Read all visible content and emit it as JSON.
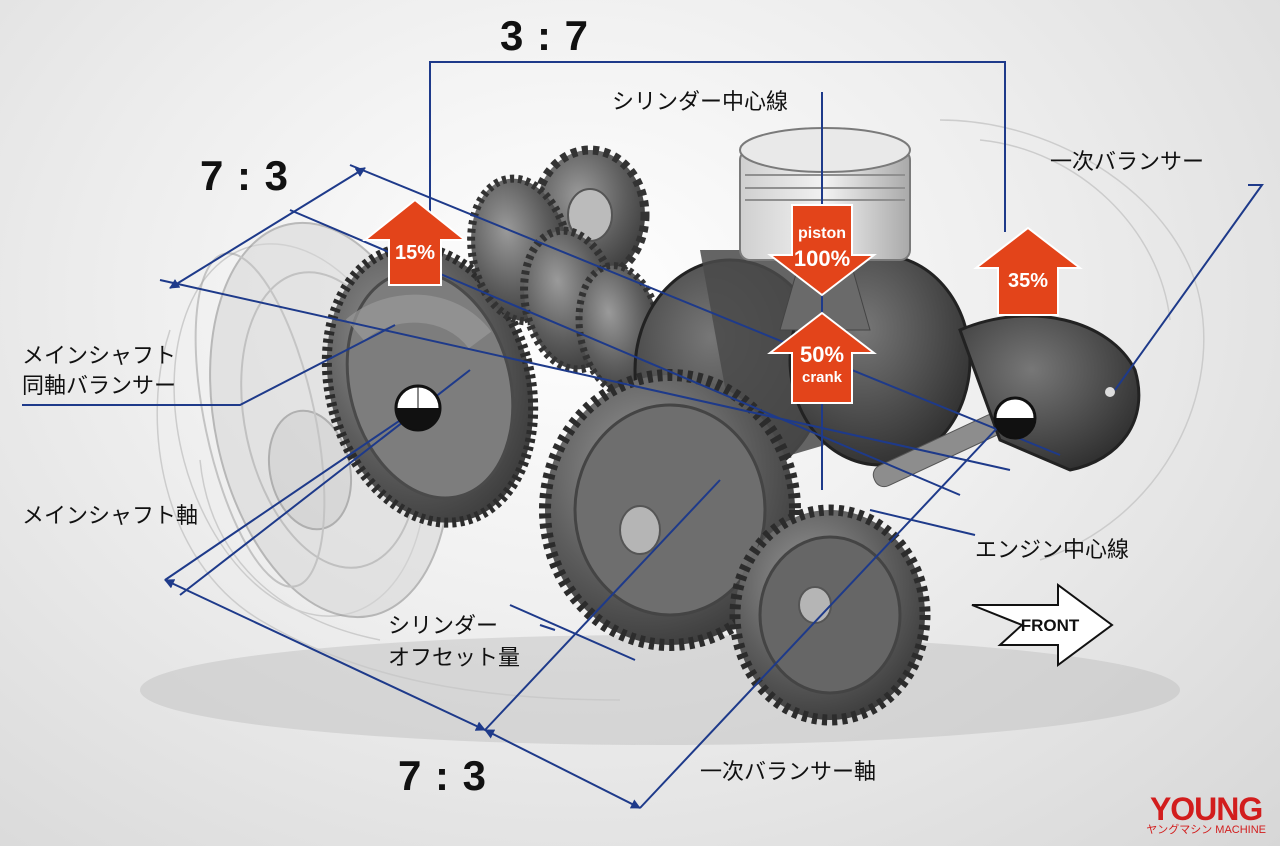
{
  "labels": {
    "main_shaft_balancer_line1": "メインシャフト",
    "main_shaft_balancer_line2": "同軸バランサー",
    "main_shaft_axis": "メインシャフト軸",
    "cylinder_center_line": "シリンダー中心線",
    "primary_balancer": "一次バランサー",
    "engine_center_line": "エンジン中心線",
    "cylinder_offset_line1": "シリンダー",
    "cylinder_offset_line2": "オフセット量",
    "primary_balancer_axis": "一次バランサー軸"
  },
  "ratios": {
    "top": "3 : 7",
    "upper_left": "7 : 3",
    "bottom": "7 : 3"
  },
  "force_arrows": {
    "left": "15%",
    "piston_word": "piston",
    "piston_value": "100%",
    "crank_value": "50%",
    "crank_word": "crank",
    "right": "35%"
  },
  "front_label": "FRONT",
  "brand": {
    "name": "YOUNG",
    "sub": "ヤングマシン MACHINE"
  },
  "colors": {
    "line": "#1e3a8a",
    "arrow": "#e3441a",
    "metal": "#6b6b6b"
  }
}
